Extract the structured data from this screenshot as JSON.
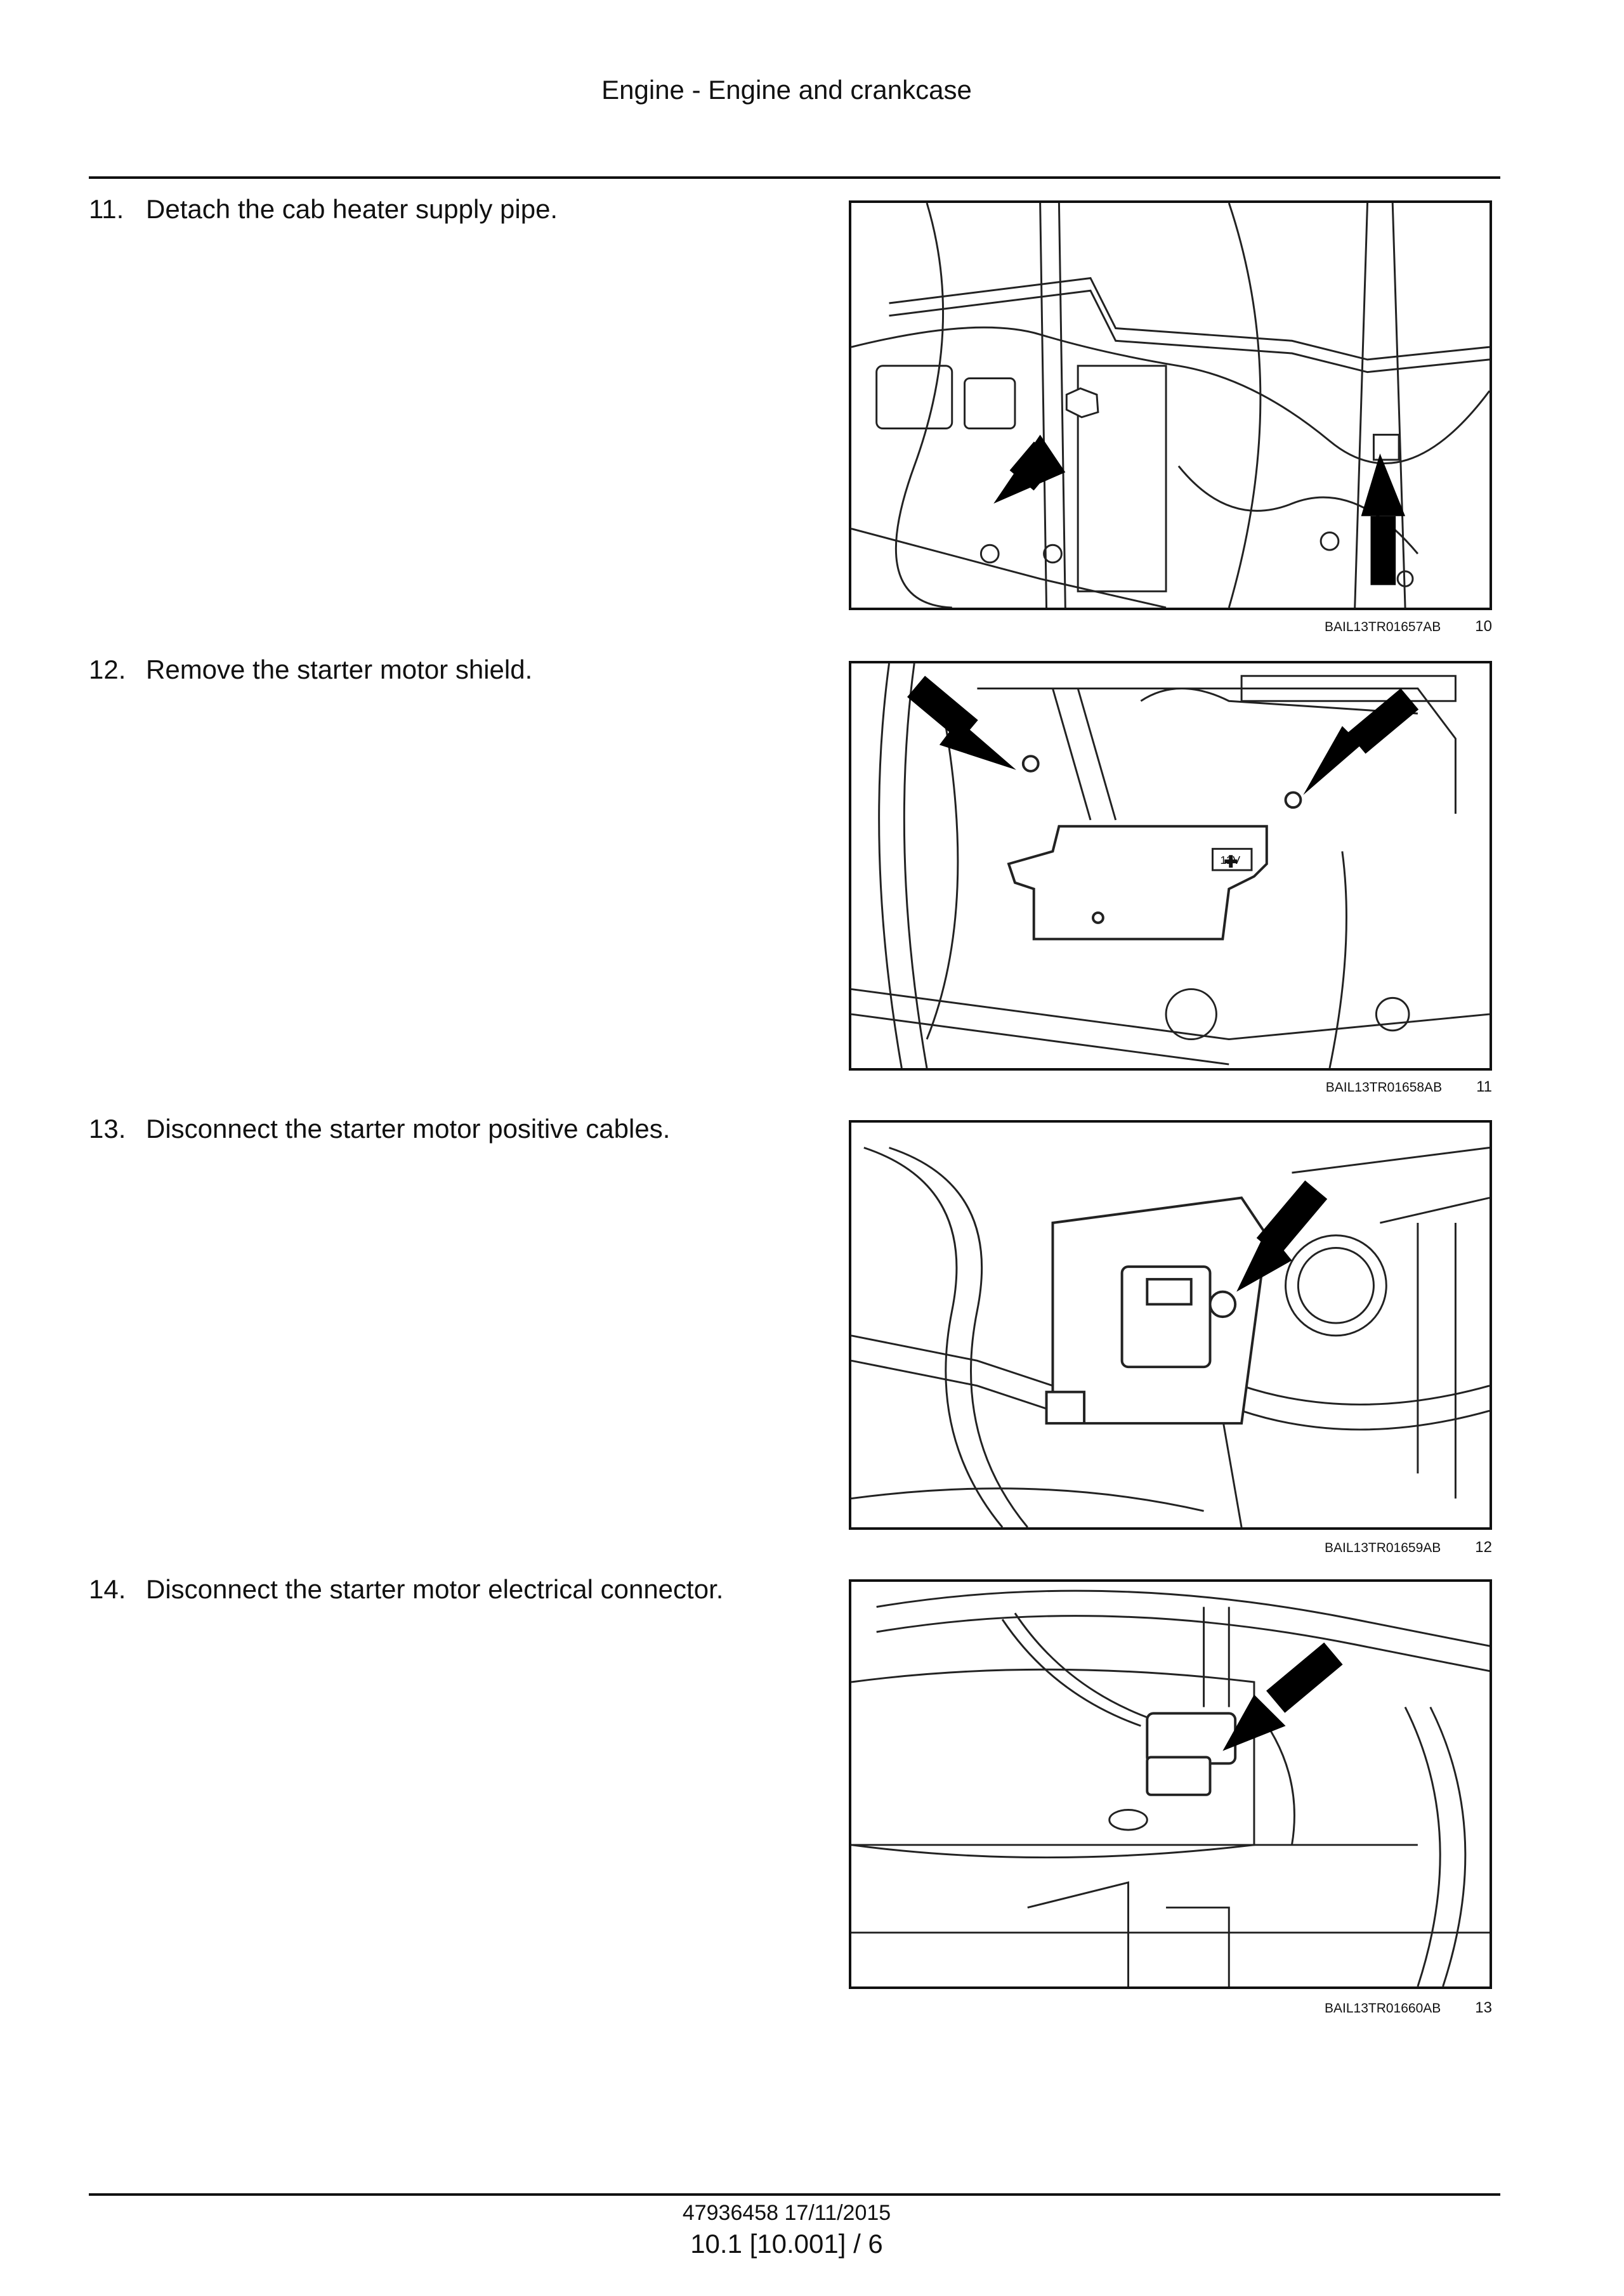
{
  "header": {
    "title": "Engine - Engine and crankcase"
  },
  "steps": [
    {
      "number": "11.",
      "text": "Detach the cab heater supply pipe.",
      "figure_code": "BAIL13TR01657AB",
      "figure_number": "10"
    },
    {
      "number": "12.",
      "text": "Remove the starter motor shield.",
      "figure_code": "BAIL13TR01658AB",
      "figure_number": "11"
    },
    {
      "number": "13.",
      "text": "Disconnect the starter motor positive cables.",
      "figure_code": "BAIL13TR01659AB",
      "figure_number": "12"
    },
    {
      "number": "14.",
      "text": "Disconnect the starter motor electrical connector.",
      "figure_code": "BAIL13TR01660AB",
      "figure_number": "13"
    }
  ],
  "figure_labels": {
    "shield_voltage": "12V"
  },
  "footer": {
    "doc_ref": "47936458 17/11/2015",
    "page": "10.1 [10.001] / 6"
  }
}
